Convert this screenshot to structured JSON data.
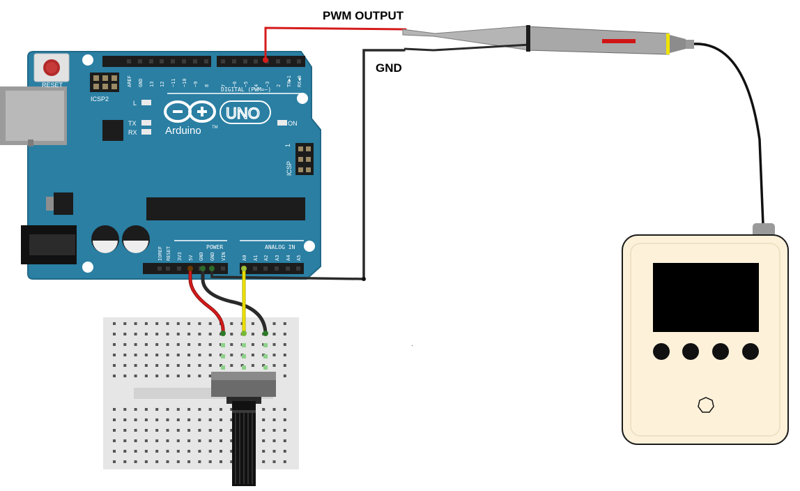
{
  "labels": {
    "pwm_output": "PWM OUTPUT",
    "gnd": "GND"
  },
  "arduino": {
    "reset_label": "RESET",
    "icsp2_label": "ICSP2",
    "icsp_label": "ICSP",
    "digital_label": "DIGITAL (PWM=~)",
    "led_l": "L",
    "led_tx": "TX",
    "led_rx": "RX",
    "on_label": "ON",
    "brand": "Arduino",
    "tm": "TM",
    "model": "UNO",
    "power_label": "POWER",
    "analog_label": "ANALOG IN",
    "digital_pins": [
      "AREF",
      "GND",
      "13",
      "12",
      "~11",
      "~10",
      "~9",
      "8",
      "7",
      "~6",
      "~5",
      "4",
      "~3",
      "2",
      "TX▶1",
      "RX◀0"
    ],
    "power_pins": [
      "IOREF",
      "RESET",
      "3V3",
      "5V",
      "GND",
      "GND",
      "VIN"
    ],
    "analog_pins": [
      "A0",
      "A1",
      "A2",
      "A3",
      "A4",
      "A5"
    ],
    "icsp_pin1": "1"
  },
  "colors": {
    "board": "#2a7fa3",
    "board_edge": "#216887",
    "wire_red": "#d51b1b",
    "wire_black": "#2a2a2a",
    "wire_yellow": "#f2e600",
    "scope_body": "#fdf1d9",
    "probe": "#a0a0a0"
  }
}
